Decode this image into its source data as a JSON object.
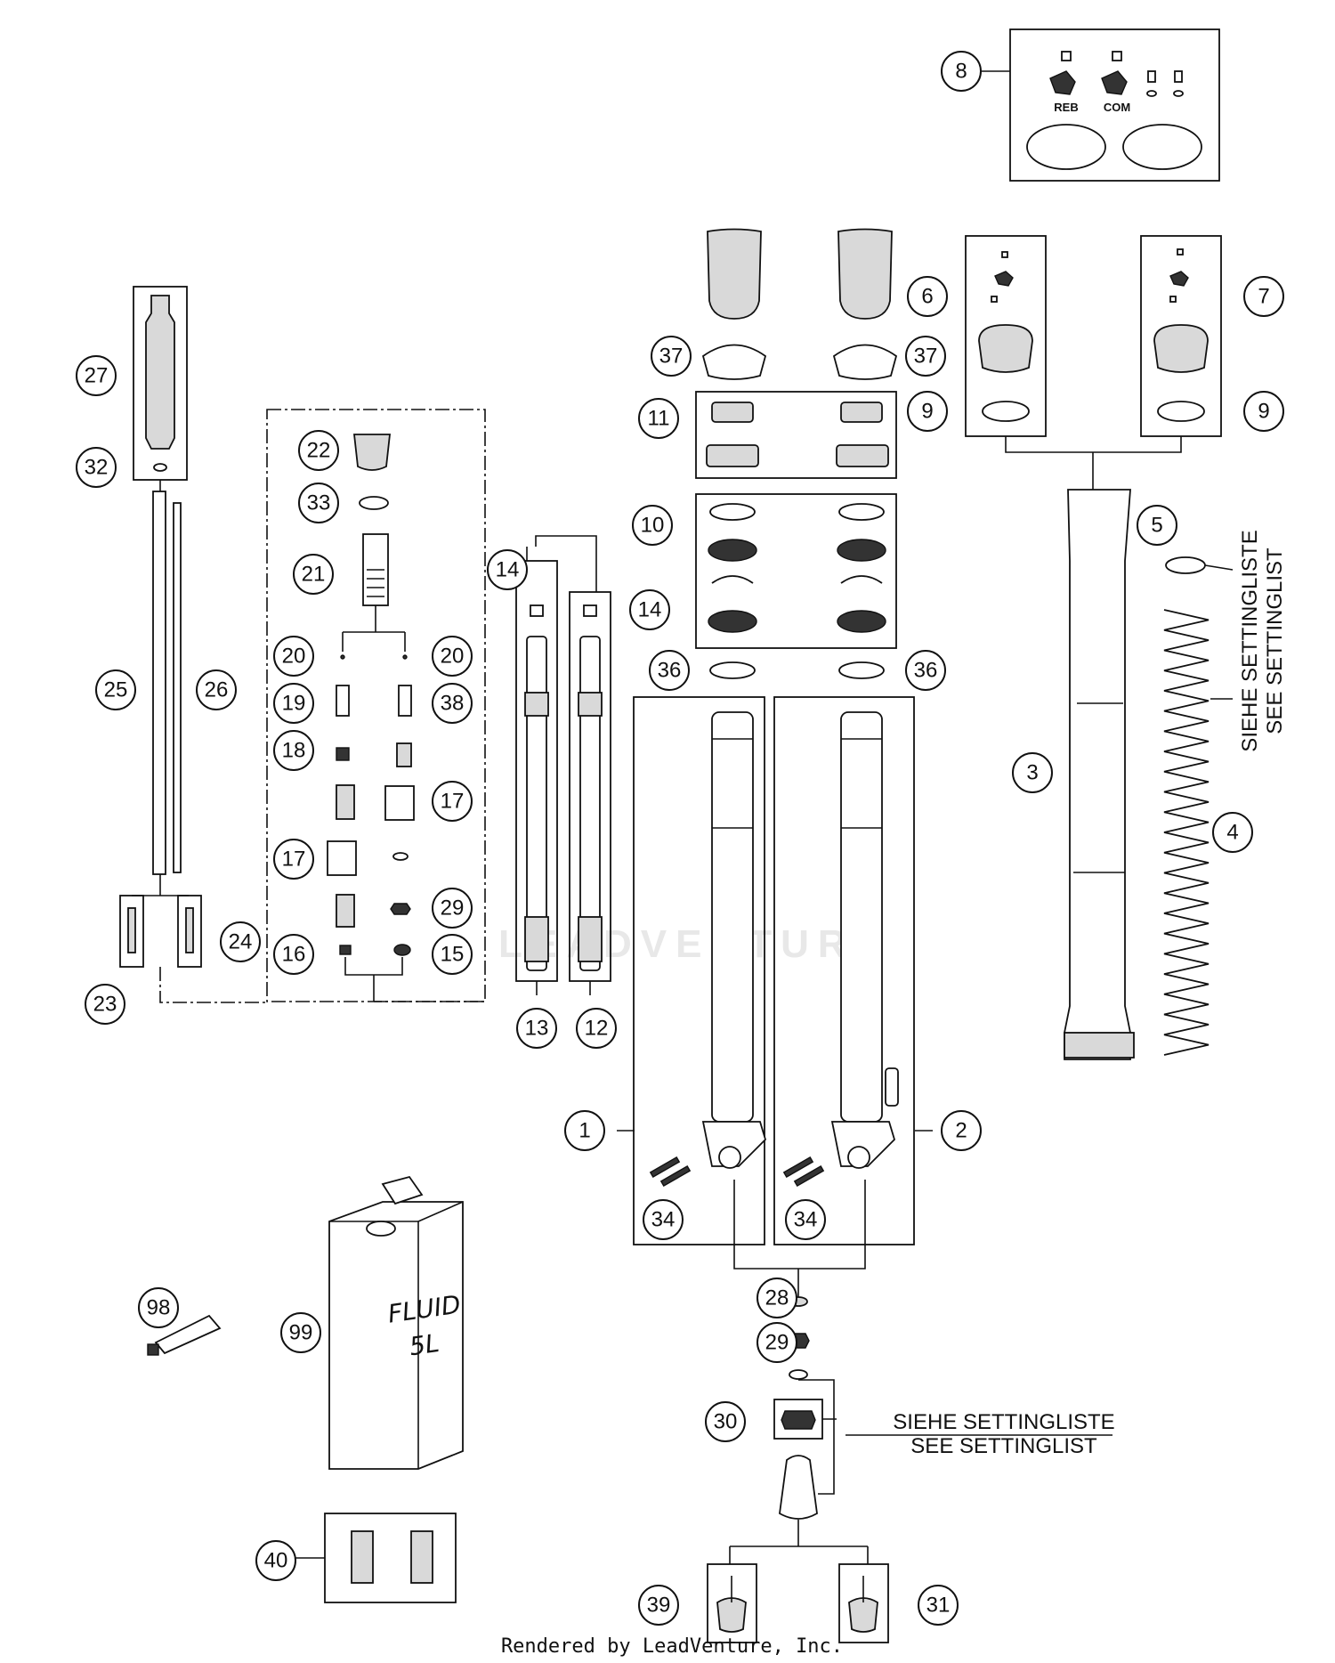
{
  "callouts": [
    {
      "id": "c1",
      "label": "1"
    },
    {
      "id": "c2",
      "label": "2"
    },
    {
      "id": "c3",
      "label": "3"
    },
    {
      "id": "c4",
      "label": "4"
    },
    {
      "id": "c5",
      "label": "5"
    },
    {
      "id": "c6",
      "label": "6"
    },
    {
      "id": "c7",
      "label": "7"
    },
    {
      "id": "c8",
      "label": "8"
    },
    {
      "id": "c9",
      "label": "9"
    },
    {
      "id": "c10",
      "label": "10"
    },
    {
      "id": "c11",
      "label": "11"
    },
    {
      "id": "c12",
      "label": "12"
    },
    {
      "id": "c13",
      "label": "13"
    },
    {
      "id": "c14",
      "label": "14"
    },
    {
      "id": "c15",
      "label": "15"
    },
    {
      "id": "c16",
      "label": "16"
    },
    {
      "id": "c17",
      "label": "17"
    },
    {
      "id": "c18",
      "label": "18"
    },
    {
      "id": "c19",
      "label": "19"
    },
    {
      "id": "c20",
      "label": "20"
    },
    {
      "id": "c21",
      "label": "21"
    },
    {
      "id": "c22",
      "label": "22"
    },
    {
      "id": "c23",
      "label": "23"
    },
    {
      "id": "c24",
      "label": "24"
    },
    {
      "id": "c25",
      "label": "25"
    },
    {
      "id": "c26",
      "label": "26"
    },
    {
      "id": "c27",
      "label": "27"
    },
    {
      "id": "c28",
      "label": "28"
    },
    {
      "id": "c29",
      "label": "29"
    },
    {
      "id": "c30",
      "label": "30"
    },
    {
      "id": "c31",
      "label": "31"
    },
    {
      "id": "c32",
      "label": "32"
    },
    {
      "id": "c33",
      "label": "33"
    },
    {
      "id": "c34",
      "label": "34"
    },
    {
      "id": "c36",
      "label": "36"
    },
    {
      "id": "c37",
      "label": "37"
    },
    {
      "id": "c38",
      "label": "38"
    },
    {
      "id": "c39",
      "label": "39"
    },
    {
      "id": "c40",
      "label": "40"
    },
    {
      "id": "c98",
      "label": "98"
    },
    {
      "id": "c99",
      "label": "99"
    }
  ],
  "notes": {
    "spring_note_line1": "SIEHE SETTINGLISTE",
    "spring_note_line2": "SEE SETTINGLIST",
    "valve_note_line1": "SIEHE SETTINGLISTE",
    "valve_note_line2": "SEE SETTINGLIST"
  },
  "adjuster_labels": {
    "reb": "REB",
    "com": "COM"
  },
  "fluid_jug": {
    "line1": "FLUID",
    "line2": "5L"
  },
  "watermark": "LEADVENTURE",
  "footer": "Rendered by LeadVenture, Inc."
}
